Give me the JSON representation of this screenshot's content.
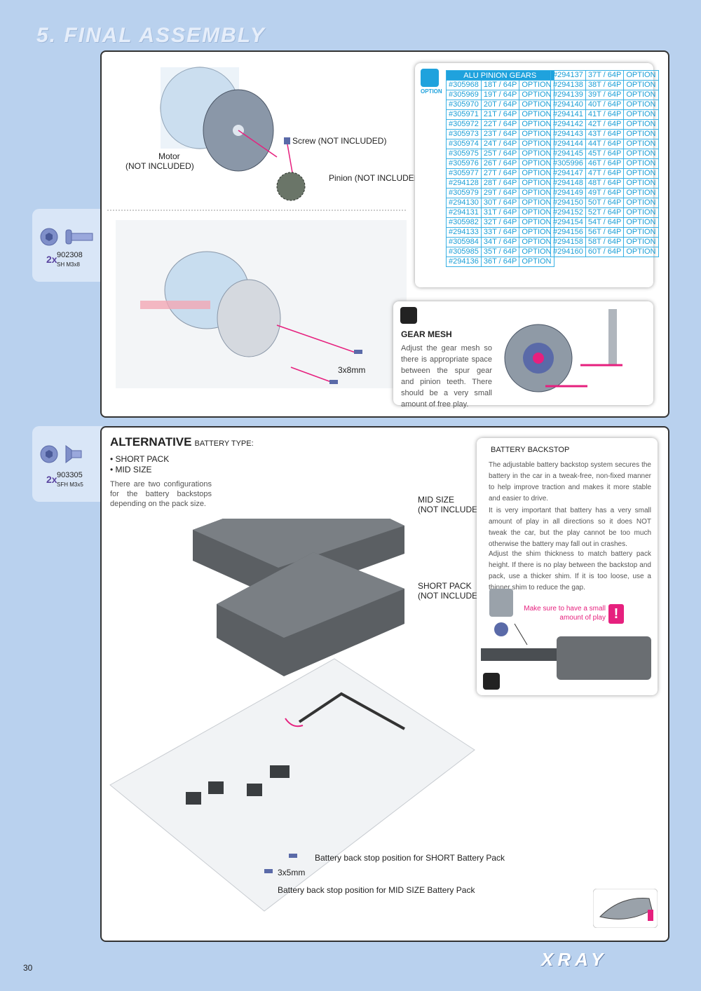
{
  "page_title": "5. FINAL ASSEMBLY",
  "page_number": "30",
  "brand": "XRAY",
  "parts": [
    {
      "qty": "2x",
      "part_no": "902308",
      "desc": "SH M3x8"
    },
    {
      "qty": "2x",
      "part_no": "903305",
      "desc": "SFH M3x5"
    }
  ],
  "motor_section": {
    "motor_label": "Motor",
    "motor_label2": "(NOT INCLUDED)",
    "screw_label": "Screw (NOT INCLUDED)",
    "pinion_label": "Pinion (NOT INCLUDED)",
    "screw_size": "3x8mm"
  },
  "option": {
    "label": "OPTION",
    "header": "ALU PINION GEARS",
    "left": [
      [
        "#305968",
        "18T / 64P",
        "OPTION"
      ],
      [
        "#305969",
        "19T / 64P",
        "OPTION"
      ],
      [
        "#305970",
        "20T / 64P",
        "OPTION"
      ],
      [
        "#305971",
        "21T / 64P",
        "OPTION"
      ],
      [
        "#305972",
        "22T / 64P",
        "OPTION"
      ],
      [
        "#305973",
        "23T / 64P",
        "OPTION"
      ],
      [
        "#305974",
        "24T / 64P",
        "OPTION"
      ],
      [
        "#305975",
        "25T / 64P",
        "OPTION"
      ],
      [
        "#305976",
        "26T / 64P",
        "OPTION"
      ],
      [
        "#305977",
        "27T / 64P",
        "OPTION"
      ],
      [
        "#294128",
        "28T / 64P",
        "OPTION"
      ],
      [
        "#305979",
        "29T / 64P",
        "OPTION"
      ],
      [
        "#294130",
        "30T / 64P",
        "OPTION"
      ],
      [
        "#294131",
        "31T / 64P",
        "OPTION"
      ],
      [
        "#305982",
        "32T / 64P",
        "OPTION"
      ],
      [
        "#294133",
        "33T / 64P",
        "OPTION"
      ],
      [
        "#305984",
        "34T / 64P",
        "OPTION"
      ],
      [
        "#305985",
        "35T / 64P",
        "OPTION"
      ],
      [
        "#294136",
        "36T / 64P",
        "OPTION"
      ]
    ],
    "right": [
      [
        "#294137",
        "37T / 64P",
        "OPTION"
      ],
      [
        "#294138",
        "38T / 64P",
        "OPTION"
      ],
      [
        "#294139",
        "39T / 64P",
        "OPTION"
      ],
      [
        "#294140",
        "40T / 64P",
        "OPTION"
      ],
      [
        "#294141",
        "41T / 64P",
        "OPTION"
      ],
      [
        "#294142",
        "42T / 64P",
        "OPTION"
      ],
      [
        "#294143",
        "43T / 64P",
        "OPTION"
      ],
      [
        "#294144",
        "44T / 64P",
        "OPTION"
      ],
      [
        "#294145",
        "45T / 64P",
        "OPTION"
      ],
      [
        "#305996",
        "46T / 64P",
        "OPTION"
      ],
      [
        "#294147",
        "47T / 64P",
        "OPTION"
      ],
      [
        "#294148",
        "48T / 64P",
        "OPTION"
      ],
      [
        "#294149",
        "49T / 64P",
        "OPTION"
      ],
      [
        "#294150",
        "50T / 64P",
        "OPTION"
      ],
      [
        "#294152",
        "52T / 64P",
        "OPTION"
      ],
      [
        "#294154",
        "54T / 64P",
        "OPTION"
      ],
      [
        "#294156",
        "56T / 64P",
        "OPTION"
      ],
      [
        "#294158",
        "58T / 64P",
        "OPTION"
      ],
      [
        "#294160",
        "60T / 64P",
        "OPTION"
      ]
    ]
  },
  "gear_mesh": {
    "title": "GEAR MESH",
    "text": "Adjust the gear mesh so there is appropriate space between the spur gear and pinion teeth. There should be a very small amount of free play."
  },
  "alternative": {
    "title": "ALTERNATIVE",
    "subtitle": "BATTERY TYPE:",
    "bullet1": "• SHORT PACK",
    "bullet2": "• MID SIZE",
    "text": "There are two configurations for the battery backstops depending on the pack size.",
    "mid_label": "MID SIZE",
    "mid_label2": "(NOT INCLUDED)",
    "short_label": "SHORT PACK",
    "short_label2": "(NOT INCLUDED)",
    "short_pos": "Battery back stop position for SHORT Battery Pack",
    "screw_size": "3x5mm",
    "mid_pos": "Battery back stop position for MID SIZE Battery Pack"
  },
  "backstop": {
    "title": "BATTERY BACKSTOP",
    "p1": "The adjustable battery backstop system secures the battery in the car in a tweak-free, non-fixed manner to help improve traction and makes it more stable and easier to drive.",
    "p2": "It is very important that battery has a very small amount of play in all directions so it does NOT tweak the car, but the play cannot be too much otherwise the battery may fall out in crashes.",
    "p3": "Adjust the shim thickness to match battery pack height. If there is no play between the backstop and pack, use a thicker shim. If it is too loose, use a thinner shim to reduce the gap.",
    "warning": "Make sure to have a small amount of play"
  }
}
